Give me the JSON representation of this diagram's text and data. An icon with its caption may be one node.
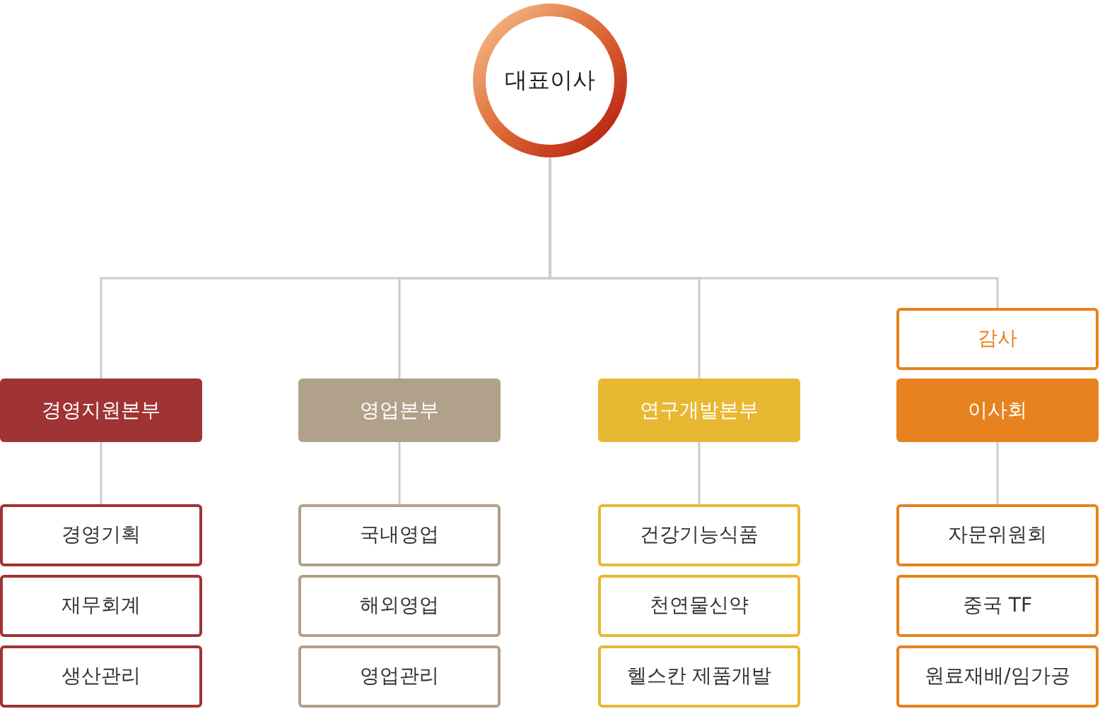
{
  "diagram": {
    "nodes": [
      {
        "text": [
          "대표이사"
        ]
      },
      {
        "text": [
          "경영지원본부"
        ]
      },
      {
        "text": [
          "영업본부"
        ]
      },
      {
        "text": [
          "연구개발본부"
        ]
      },
      {
        "text": [
          "감사"
        ]
      },
      {
        "text": [
          "이사회"
        ]
      },
      {
        "text": [
          "경영기획"
        ]
      },
      {
        "text": [
          "재무회계"
        ]
      },
      {
        "text": [
          "생산관리"
        ]
      },
      {
        "text": [
          "국내영업"
        ]
      },
      {
        "text": [
          "해외영업"
        ]
      },
      {
        "text": [
          "영업관리"
        ]
      },
      {
        "text": [
          "건강기능식품"
        ]
      },
      {
        "text": [
          "천연물신약"
        ]
      },
      {
        "text": [
          "헬스칸 제품개발"
        ]
      },
      {
        "text": [
          "자문위원회"
        ]
      },
      {
        "text": [
          "중국 TF"
        ]
      },
      {
        "text": [
          "원료재배/임가공"
        ]
      }
    ],
    "edges": [
      {
        "from": 0,
        "to": 1,
        "arrow": "none"
      },
      {
        "from": 0,
        "to": 2,
        "arrow": "none"
      },
      {
        "from": 0,
        "to": 3,
        "arrow": "none"
      },
      {
        "from": 0,
        "to": 4,
        "arrow": "none"
      },
      {
        "from": 1,
        "to": 6,
        "arrow": "none"
      },
      {
        "from": 2,
        "to": 9,
        "arrow": "none"
      },
      {
        "from": 3,
        "to": 12,
        "arrow": "none"
      },
      {
        "from": 5,
        "to": 15,
        "arrow": "none"
      }
    ]
  }
}
